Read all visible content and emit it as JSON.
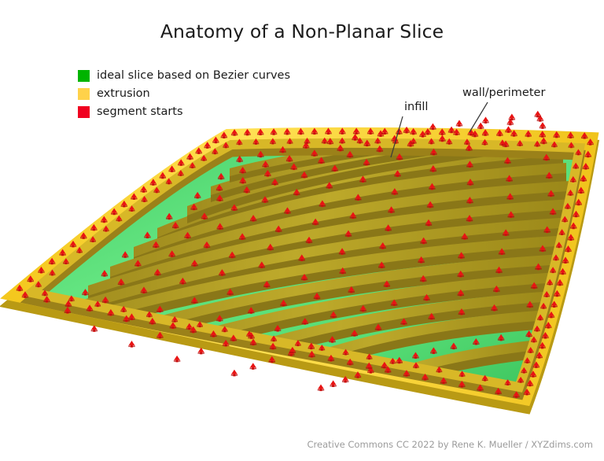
{
  "figure": {
    "title": "Anatomy of a Non-Planar Slice",
    "background_color": "#ffffff",
    "text_color": "#1b1b1b"
  },
  "legend": {
    "items": [
      {
        "swatch_color": "#00b400",
        "label": "ideal slice based on Bezier curves",
        "icon": "green-square-icon"
      },
      {
        "swatch_color": "#ffd24a",
        "label": "extrusion",
        "icon": "yellow-square-icon"
      },
      {
        "swatch_color": "#f00020",
        "label": "segment starts",
        "icon": "red-square-icon"
      }
    ]
  },
  "annotations": [
    {
      "label": "infill",
      "leader_from": [
        512,
        148
      ],
      "leader_to": [
        497,
        200
      ]
    },
    {
      "label": "wall/perimeter",
      "leader_from": [
        620,
        130
      ],
      "leader_to": [
        597,
        168
      ]
    }
  ],
  "footer": {
    "credit": "Creative Commons CC 2022 by Rene K. Mueller / XYZdims.com",
    "color": "#9b9b9b"
  },
  "render": {
    "description": "3D view of a curved non-planar slice layer: green ideal Bezier surface, olive-yellow extruded infill ribbons, bright yellow wall/perimeter loops and red segment-start arrow markers.",
    "colors": {
      "ideal_surface_light": "#6ee889",
      "ideal_surface_mid": "#49d26a",
      "ideal_surface_dark": "#2fa84e",
      "ideal_surface_edge": "#1f8f3e",
      "extrusion_top": "#b09a22",
      "extrusion_top_light": "#c4ae2c",
      "extrusion_side": "#8a7718",
      "wall_top": "#ffd735",
      "wall_top_light": "#ffe46b",
      "wall_side": "#b99a14",
      "segment_start": "#e81414",
      "segment_start_dark": "#b00c0c"
    },
    "geometry": {
      "corner_left": [
        18,
        375
      ],
      "corner_top": [
        290,
        172
      ],
      "corner_right": [
        752,
        176
      ],
      "corner_bottom": [
        668,
        507
      ],
      "infill_band_count": 14,
      "perimeter_loop_count": 2,
      "segment_marker_count": 310
    }
  }
}
